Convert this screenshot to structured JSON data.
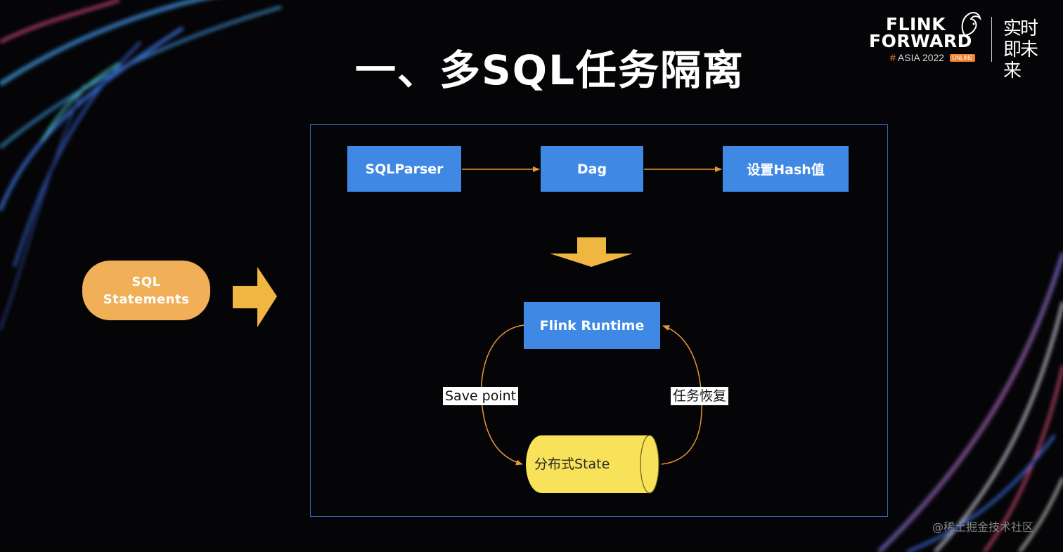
{
  "slide": {
    "title": "一、多SQL任务隔离"
  },
  "logo": {
    "line1": "FLINK",
    "line2": "FORWARD",
    "hash": "#",
    "event": "ASIA 2022",
    "badge": "ONLINE",
    "slogan": "实时即未来"
  },
  "diagram": {
    "input": {
      "line1": "SQL",
      "line2": "Statements"
    },
    "steps": [
      "SQLParser",
      "Dag",
      "设置Hash值"
    ],
    "runtime": "Flink Runtime",
    "state": "分布式State",
    "edge_left": "Save point",
    "edge_right": "任务恢复"
  },
  "colors": {
    "background": "#050507",
    "frame_border": "#3e5fb5",
    "step_blue": "#3f88e4",
    "input_orange": "#f1b058",
    "arrow_orange": "#e8963a",
    "arrow_gold": "#efb642",
    "state_yellow": "#f7e25a"
  },
  "watermark": "@稀土掘金技术社区"
}
